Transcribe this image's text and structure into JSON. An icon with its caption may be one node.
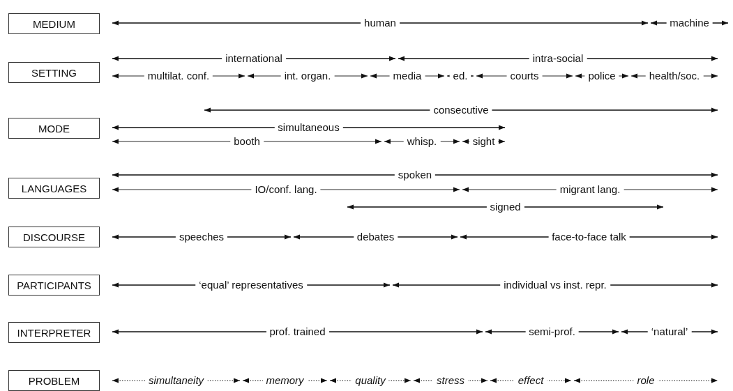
{
  "diagram": {
    "nodes": [
      {
        "text": [
          "MEDIUM"
        ]
      },
      {
        "text": [
          "SETTING"
        ]
      },
      {
        "text": [
          "MODE"
        ]
      },
      {
        "text": [
          "LANGUAGES"
        ]
      },
      {
        "text": [
          "DISCOURSE"
        ]
      },
      {
        "text": [
          "PARTICIPANTS"
        ]
      },
      {
        "text": [
          "INTERPRETER"
        ]
      },
      {
        "text": [
          "PROBLEM"
        ]
      }
    ],
    "labels": [
      "human",
      "machine",
      "international",
      "intra-social",
      "multilat. conf.",
      "int. organ.",
      "media",
      "ed.",
      "courts",
      "police",
      "health/soc.",
      "consecutive",
      "simultaneous",
      "booth",
      "whisp.",
      "sight",
      "spoken",
      "IO/conf. lang.",
      "migrant lang.",
      "signed",
      "speeches",
      "debates",
      "face-to-face talk",
      "‘equal’ representatives",
      "individual vs inst. repr.",
      "prof. trained",
      "semi-prof.",
      "‘natural’",
      "simultaneity",
      "memory",
      "quality",
      "stress",
      "effect",
      "role"
    ]
  }
}
